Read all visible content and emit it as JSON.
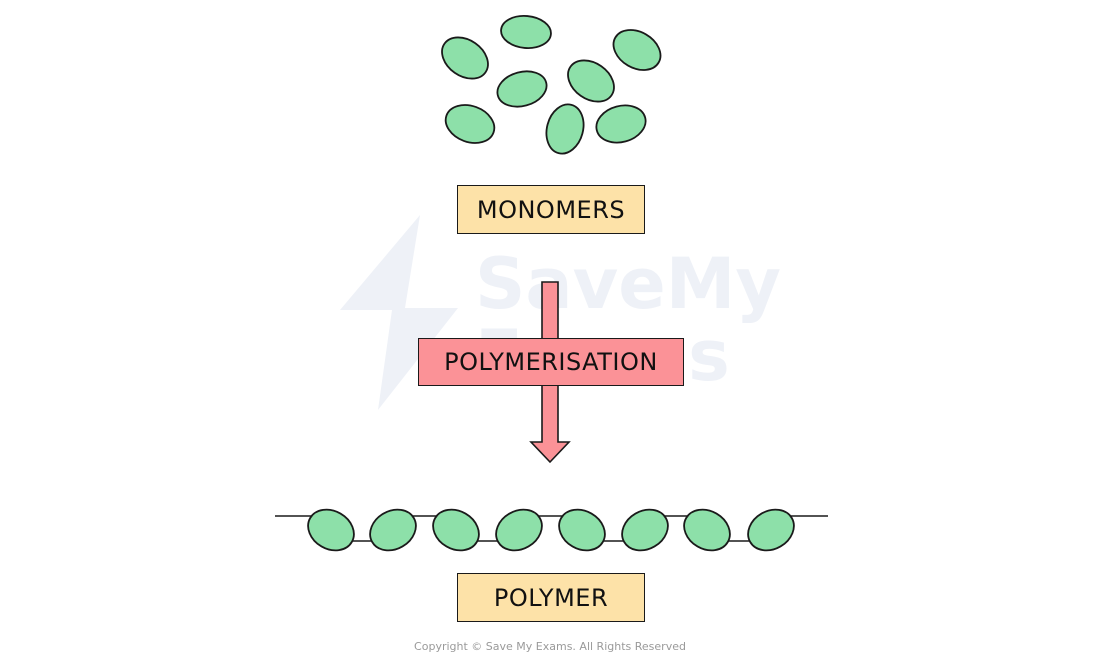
{
  "labels": {
    "monomers": "MONOMERS",
    "process": "POLYMERISATION",
    "polymer": "POLYMER"
  },
  "footer": {
    "copyright": "Copyright © Save My Exams. All Rights Reserved"
  },
  "watermark": {
    "text_line1": "SaveMy",
    "text_line2": "Exams"
  },
  "colors": {
    "monomer_fill": "#8de0a9",
    "outline": "#1a1a1a",
    "label_fill": "#fde2a8",
    "process_fill": "#fb9297",
    "watermark": "#eef1f7"
  }
}
